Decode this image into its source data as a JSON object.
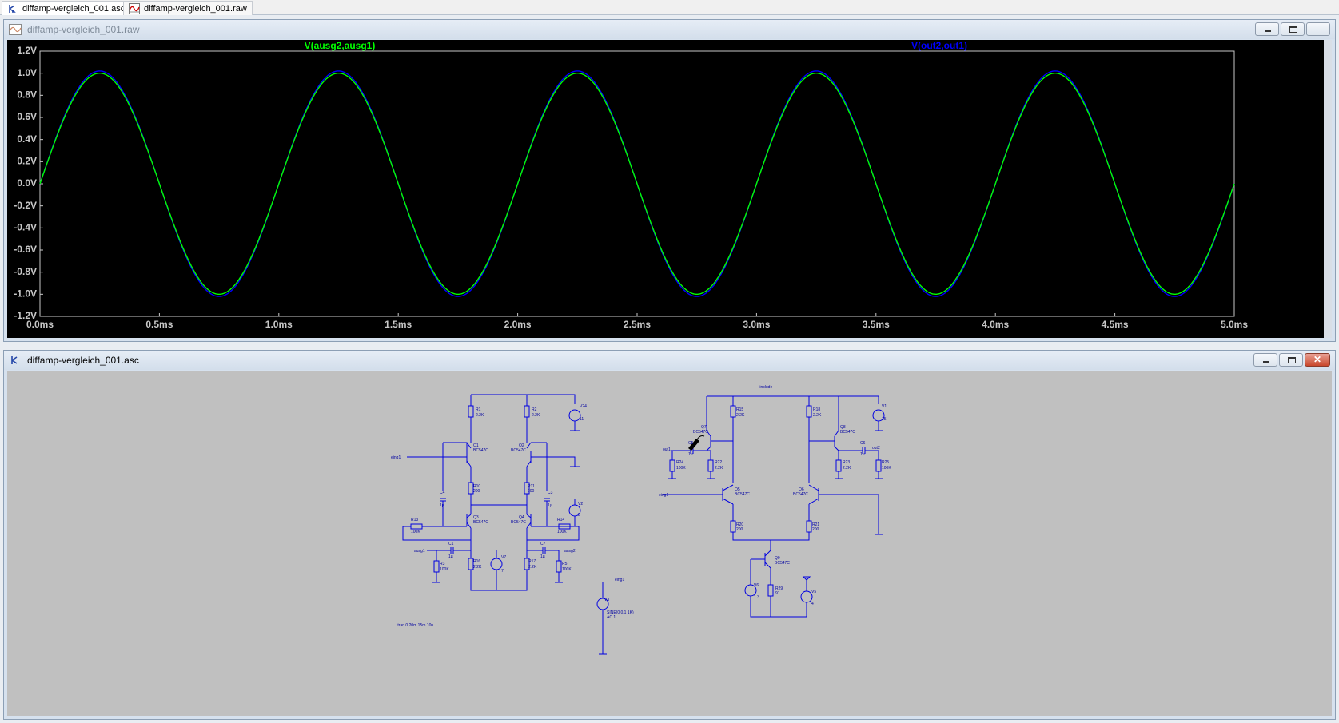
{
  "tabs": [
    {
      "label": "diffamp-vergleich_001.asc",
      "icon": "schematic-icon"
    },
    {
      "label": "diffamp-vergleich_001.raw",
      "icon": "waveform-icon"
    }
  ],
  "plot_window": {
    "title": "diffamp-vergleich_001.raw",
    "traces": [
      {
        "label": "V(ausg2,ausg1)",
        "color": "#00ff00"
      },
      {
        "label": "V(out2,out1)",
        "color": "#0000ff"
      }
    ],
    "y_ticks": [
      "1.2V",
      "1.0V",
      "0.8V",
      "0.6V",
      "0.4V",
      "0.2V",
      "0.0V",
      "-0.2V",
      "-0.4V",
      "-0.6V",
      "-0.8V",
      "-1.0V",
      "-1.2V"
    ],
    "x_ticks": [
      "0.0ms",
      "0.5ms",
      "1.0ms",
      "1.5ms",
      "2.0ms",
      "2.5ms",
      "3.0ms",
      "3.5ms",
      "4.0ms",
      "4.5ms",
      "5.0ms"
    ]
  },
  "chart_data": {
    "type": "line",
    "x_unit": "ms",
    "y_unit": "V",
    "xlim": [
      0,
      5
    ],
    "ylim": [
      -1.2,
      1.2
    ],
    "grid": false,
    "series": [
      {
        "name": "V(ausg2,ausg1)",
        "color": "#00ff00",
        "amplitude": 1.0,
        "frequency_khz": 1,
        "phase_deg": 0
      },
      {
        "name": "V(out2,out1)",
        "color": "#0000ff",
        "amplitude": 1.02,
        "frequency_khz": 1,
        "phase_deg": 0
      }
    ]
  },
  "schematic_window": {
    "title": "diffamp-vergleich_001.asc",
    "directive": ".tran 0 20m 15m 10u",
    "source_label": "SINE(0 0.1 1K)",
    "source_ac": "AC 1",
    "left_circuit": {
      "labels": [
        "R1",
        "2.2K",
        "R2",
        "2.2K",
        "V24",
        "11",
        "Q1",
        "BC547C",
        "Q2",
        "BC547C",
        "C4",
        "1µ",
        "C3",
        "1µ",
        "R10",
        "200",
        "R11",
        "200",
        "V2",
        "5",
        "R13",
        "100K",
        "Q3",
        "BC547C",
        "Q4",
        "BC547C",
        "R14",
        "100K",
        "C1",
        "1µ",
        "C7",
        "1µ",
        "R3",
        "100K",
        "R16",
        "2.2K",
        "V7",
        "7",
        "R17",
        "2.2K",
        "R5",
        "100K"
      ],
      "nets": [
        "eing1",
        "ausg1",
        "ausg2",
        "eing1"
      ]
    },
    "right_circuit": {
      "labels": [
        "R15",
        "2.2K",
        "R18",
        "2.2K",
        "V1",
        "15",
        "Q7",
        "BC547C",
        "Q8",
        "BC547C",
        "C5",
        "1µ",
        "C6",
        "1µ",
        "R24",
        "100K",
        "R22",
        "2.2K",
        "R23",
        "2.2K",
        "R25",
        "100K",
        "Q5",
        "BC547C",
        "Q6",
        "BC547C",
        "R20",
        "200",
        "R21",
        "200",
        "Q9",
        "BC547C",
        "V6",
        "1.3",
        "R29",
        "91",
        "V5",
        "4"
      ],
      "nets": [
        "out1",
        "out2",
        "eing1"
      ]
    }
  }
}
